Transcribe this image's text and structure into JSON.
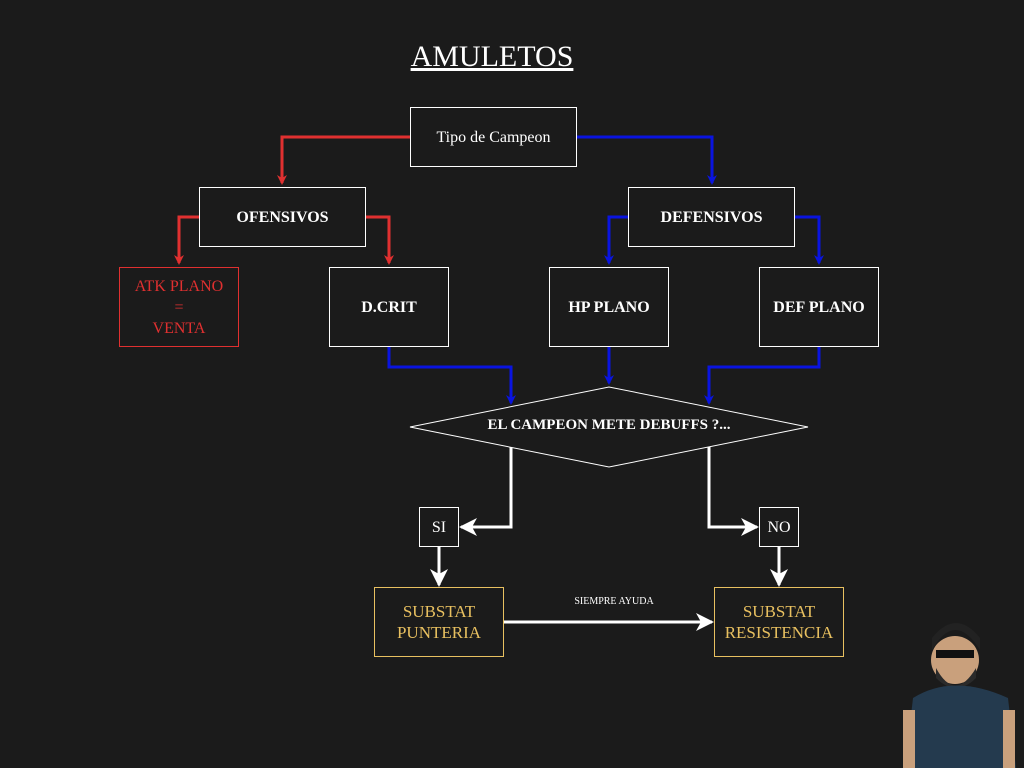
{
  "title": "AMULETOS",
  "nodes": {
    "root": "Tipo de Campeon",
    "ofensivos": "OFENSIVOS",
    "defensivos": "DEFENSIVOS",
    "atk_plano": [
      "ATK PLANO",
      "=",
      "VENTA"
    ],
    "dcrit": "D.CRIT",
    "hp_plano": "HP PLANO",
    "def_plano": "DEF PLANO",
    "decision": "EL CAMPEON METE DEBUFFS ?...",
    "si": "SI",
    "no": "NO",
    "punteria": [
      "SUBSTAT",
      "PUNTERIA"
    ],
    "resistencia": [
      "SUBSTAT",
      "RESISTENCIA"
    ]
  },
  "edge_label": "SIEMPRE AYUDA",
  "colors": {
    "offensive": "#e03030",
    "defensive": "#0a14e0",
    "decision": "#ffffff",
    "substat": "#e8c060"
  }
}
